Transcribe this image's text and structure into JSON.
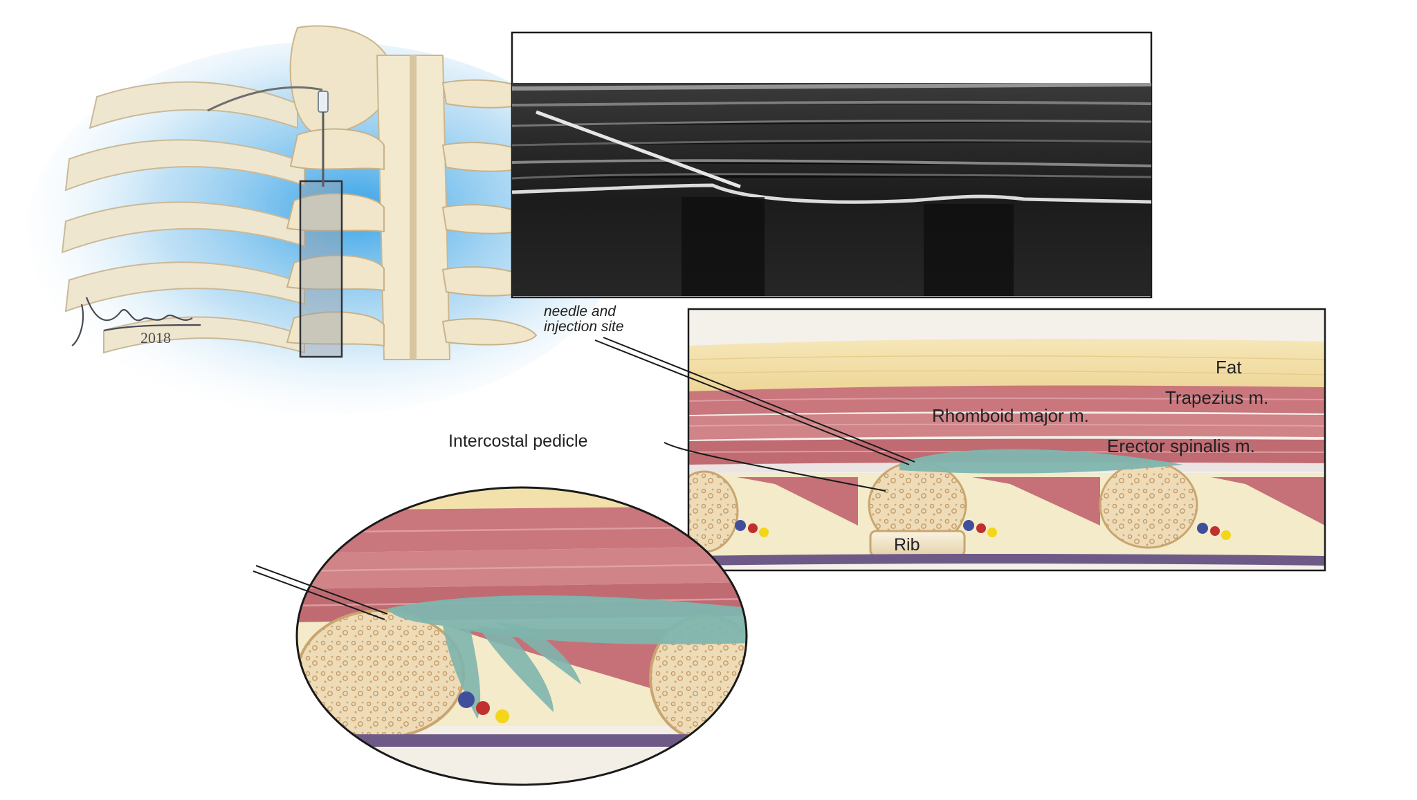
{
  "labels": {
    "needle_line1": "needle and",
    "needle_line2": "injection site",
    "intercostal_pedicle": "Intercostal pedicle",
    "fat": "Fat",
    "trapezius": "Trapezius m.",
    "rhomboid": "Rhomboid major m.",
    "erector": "Erector spinalis m.",
    "rib": "Rib"
  },
  "signature": {
    "name": "Jkanász",
    "year": "2018"
  },
  "colors": {
    "background": "#ffffff",
    "fat": "#f2dfa6",
    "muscle": "#c8747a",
    "muscle_stripe": "#dd9ca0",
    "fascia": "#e6dcdc",
    "injectate": "#7fb5ae",
    "bone": "#eedcb8",
    "bone_cortex": "#d2b07e",
    "pleura": "#6e5a86",
    "ultrasound_bg": "#222222",
    "vein": "#3f4f9c",
    "artery": "#c0302c",
    "nerve": "#f3d61a",
    "skin_blue": "#6fb8e6"
  },
  "icons": {
    "needle": "needle-icon",
    "signature": "artist-signature"
  }
}
